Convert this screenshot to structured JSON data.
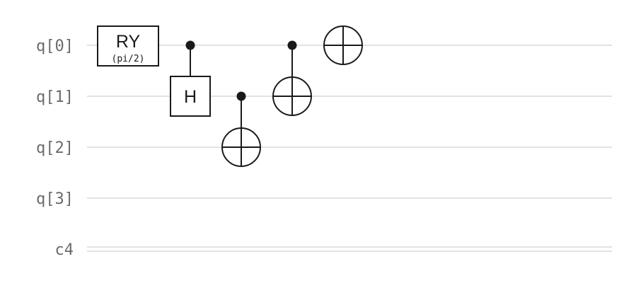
{
  "circuit": {
    "wires": [
      {
        "id": "q0",
        "label": "q[0]",
        "kind": "quantum"
      },
      {
        "id": "q1",
        "label": "q[1]",
        "kind": "quantum"
      },
      {
        "id": "q2",
        "label": "q[2]",
        "kind": "quantum"
      },
      {
        "id": "q3",
        "label": "q[3]",
        "kind": "quantum"
      },
      {
        "id": "c4",
        "label": "c4",
        "kind": "classical"
      }
    ],
    "operations": [
      {
        "name": "ry-gate",
        "type": "box",
        "label": "RY",
        "param": "(pi/2)",
        "wire": 0,
        "column": 0
      },
      {
        "name": "controlled-h-gate",
        "type": "controlled-box",
        "label": "H",
        "control": 0,
        "target": 1,
        "column": 1
      },
      {
        "name": "cnot-q1-q2",
        "type": "cnot",
        "control": 1,
        "target": 2,
        "column": 2
      },
      {
        "name": "cnot-q0-q1",
        "type": "cnot",
        "control": 0,
        "target": 1,
        "column": 3
      },
      {
        "name": "x-gate-q0",
        "type": "x",
        "target": 0,
        "column": 4
      }
    ]
  },
  "colors": {
    "wire": "#d9d9d9",
    "label": "#6b6b6b",
    "gate": "#1a1a1a",
    "background": "#ffffff"
  }
}
